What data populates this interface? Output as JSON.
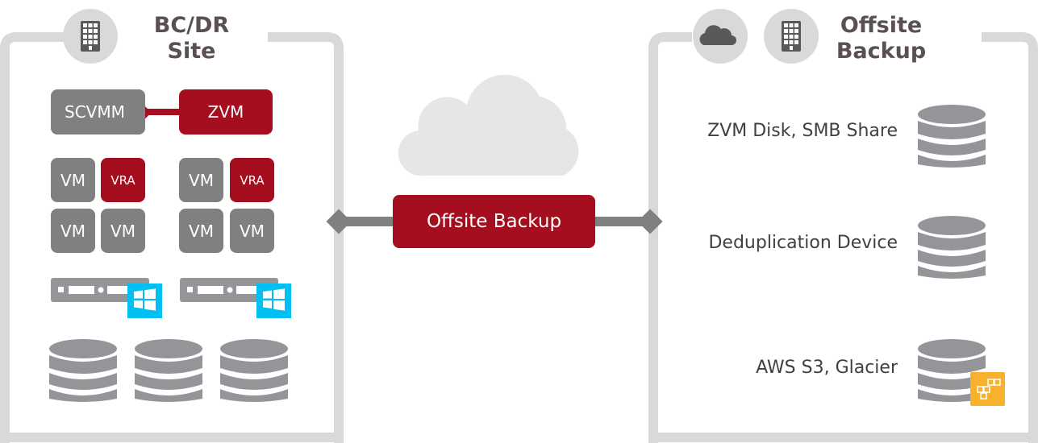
{
  "bcdr": {
    "title_line1": "BC/DR",
    "title_line2": "Site",
    "scvmm": "SCVMM",
    "zvm": "ZVM",
    "group1": [
      "VM",
      "VRA",
      "VM",
      "VM"
    ],
    "group2": [
      "VM",
      "VRA",
      "VM",
      "VM"
    ]
  },
  "center": {
    "offsite_backup": "Offsite Backup"
  },
  "offsite": {
    "title_line1": "Offsite",
    "title_line2": "Backup",
    "targets": [
      "ZVM Disk, SMB Share",
      "Deduplication Device",
      "AWS S3, Glacier"
    ]
  },
  "colors": {
    "red": "#a50e1e",
    "gray": "#808080",
    "frame": "#d9d9d9",
    "db": "#939598",
    "windows": "#00bff3",
    "aws": "#f8b12c"
  }
}
